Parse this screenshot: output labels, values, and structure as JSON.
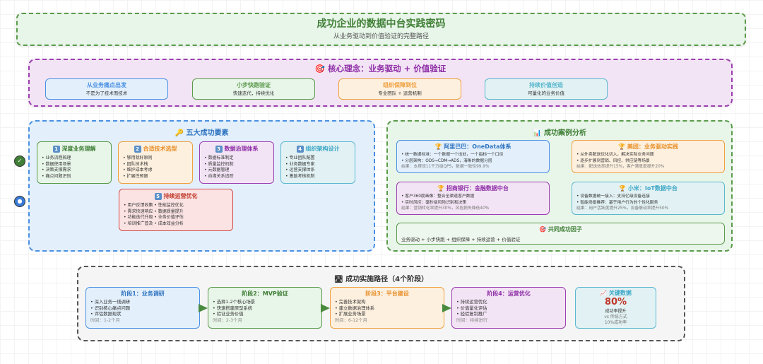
{
  "header": {
    "title": "成功企业的数据中台实践密码",
    "subtitle": "从业务驱动到价值验证的完整路径"
  },
  "core": {
    "icon": "target-icon",
    "icon_glyph": "🎯",
    "title": "核心理念：业务驱动 + 价值验证",
    "cards": [
      {
        "title": "从业务痛点出发",
        "desc": "不是为了技术而技术",
        "color": "#4a90e2",
        "bg": "#e3f0fc"
      },
      {
        "title": "小步快跑验证",
        "desc": "快速迭代，持续优化",
        "color": "#5a9a4a",
        "bg": "#e8f5e9"
      },
      {
        "title": "组织保障到位",
        "desc": "专业团队 + 运营机制",
        "color": "#f0a040",
        "bg": "#fdf0df"
      },
      {
        "title": "持续价值创造",
        "desc": "可量化的业务价值",
        "color": "#5ab8cf",
        "bg": "#e2f1f3"
      }
    ]
  },
  "factors": {
    "icon": "key-icon",
    "icon_glyph": "🔑",
    "title": "五大成功要素",
    "side_icons": [
      {
        "name": "check-icon",
        "glyph": "✓",
        "bg": "#3f7f36"
      },
      {
        "name": "target-icon",
        "glyph": "●",
        "bg": "#3a7bd5"
      }
    ],
    "items": [
      {
        "num": "1",
        "title": "深度业务理解",
        "color": "#5a9a4a",
        "bg": "#e8f5e9",
        "title_color": "#3f7f36",
        "points": [
          "• 业务流程梳理",
          "• 数据使用场景",
          "• 决策支撑需求",
          "• 痛点问题识别"
        ]
      },
      {
        "num": "2",
        "title": "合适技术选型",
        "color": "#f0a040",
        "bg": "#fdf0df",
        "title_color": "#e8902a",
        "points": [
          "• 够用就好原则",
          "• 团队技术栈",
          "• 维护成本考虑",
          "• 扩展性预留"
        ]
      },
      {
        "num": "3",
        "title": "数据治理体系",
        "color": "#9c3fb0",
        "bg": "#f3e4f5",
        "title_color": "#8e2fa6",
        "points": [
          "• 数据标准制定",
          "• 质量监控机制",
          "• 元数据管理",
          "• 血缘关系追踪"
        ]
      },
      {
        "num": "4",
        "title": "组织架构设计",
        "color": "#5ab8cf",
        "bg": "#e2f1f3",
        "title_color": "#3aa6c6",
        "points": [
          "• 专业团队配置",
          "• 业务数据专家",
          "• 运营支撑体系",
          "• 激励考核机制"
        ]
      },
      {
        "num": "5",
        "title": "持续运营优化",
        "color": "#d04848",
        "bg": "#fbe3e3",
        "title_color": "#c0392b",
        "points": [
          "• 用户反馈收集 • 性能监控优化",
          "• 需求快速响应 • 数据质量提升",
          "• 功能迭代升级 • 业务价值评估",
          "• 培训推广普及 • 成本效益分析"
        ]
      }
    ]
  },
  "cases": {
    "icon": "bar-chart-icon",
    "icon_glyph": "📊",
    "title": "成功案例分析",
    "trophy_glyph": "🏆",
    "items": [
      {
        "title": "阿里巴巴：OneData体系",
        "color": "#4a90e2",
        "bg": "#e3f0fc",
        "title_color": "#2f74c0",
        "points": [
          "• 统一数据标准：一个数据一个出处，一个指标一个口径",
          "• 分层架构：ODS→CDM→ADS，清晰的数据分层"
        ],
        "result": "结果：支撑双11千万级QPS，数据一致性99.9%"
      },
      {
        "title": "美团：业务驱动实践",
        "color": "#f0a040",
        "bg": "#fdf0df",
        "title_color": "#e8902a",
        "points": [
          "• 从外卖配送优化切入，解决实际业务问题",
          "• 逐步扩展到营销、风控、供应链等场景"
        ],
        "result": "结果：配送效率提升15%，客户满意度提升20%"
      },
      {
        "title": "招商银行：金融数据中台",
        "color": "#9c3fb0",
        "bg": "#f3e4f5",
        "title_color": "#8e2fa6",
        "points": [
          "• 客户360度画像：整合全渠道客户数据",
          "• 实时风控：毫秒级风险识别和决策"
        ],
        "result": "结果：营销转化率提升30%，风险损失降低40%"
      },
      {
        "title": "小米：IoT数据中台",
        "color": "#5ab8cf",
        "bg": "#e2f1f3",
        "title_color": "#3aa6c6",
        "points": [
          "• 设备数据统一接入：支持亿级设备连接",
          "• 智能场景推荐：基于用户行为的个性化服务"
        ],
        "result": "结果：用户活跃度提升25%，设备联动率提升50%"
      }
    ],
    "common": {
      "icon_glyph": "🎯",
      "title": "共同成功因子",
      "desc": "业务驱动 + 小步快跑 + 组织保障 + 持续运营 + 价值验证"
    }
  },
  "path": {
    "icon": "road-icon",
    "icon_glyph": "🛣",
    "title": "成功实施路径（4个阶段）",
    "stages": [
      {
        "title": "阶段1：业务调研",
        "color": "#4a90e2",
        "bg": "#e3f0fc",
        "title_color": "#2f74c0",
        "points": [
          "• 深入业务一线调研",
          "• 识别核心痛点问题",
          "• 评估数据现状"
        ],
        "time": "时间：1-2个月"
      },
      {
        "title": "阶段2：MVP验证",
        "color": "#5a9a4a",
        "bg": "#e8f5e9",
        "title_color": "#3f7f36",
        "points": [
          "• 选择1-2个核心场景",
          "• 快速搭建原型系统",
          "• 验证业务价值"
        ],
        "time": "时间：2-3个月"
      },
      {
        "title": "阶段3：平台建设",
        "color": "#f0a040",
        "bg": "#fdf0df",
        "title_color": "#e8902a",
        "points": [
          "• 完善技术架构",
          "• 建立数据治理体系",
          "• 扩展业务场景"
        ],
        "time": "时间：6-12个月"
      },
      {
        "title": "阶段4：运营优化",
        "color": "#9c3fb0",
        "bg": "#f3e4f5",
        "title_color": "#8e2fa6",
        "points": [
          "• 持续运营优化",
          "• 价值量化评估",
          "• 经验复制推广"
        ],
        "time": "时间：持续进行"
      }
    ],
    "key_data": {
      "icon_glyph": "📈",
      "title": "关键数据",
      "value": "80%",
      "label": "成功率提升",
      "compare1": "vs 传统方式",
      "compare2": "10%成功率"
    }
  }
}
